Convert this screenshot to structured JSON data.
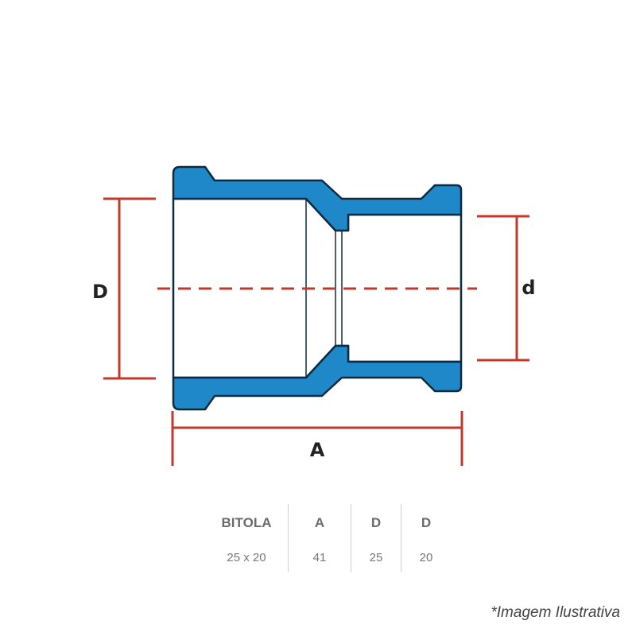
{
  "diagram": {
    "labels": {
      "outer_diameter": "D",
      "inner_diameter": "d",
      "length": "A"
    },
    "colors": {
      "pipe_wall": "#1e88c9",
      "outline": "#0d2b3e",
      "dimension": "#c0392b",
      "background": "#ffffff"
    }
  },
  "table": {
    "headers": [
      "BITOLA",
      "A",
      "D",
      "D"
    ],
    "rows": [
      [
        "25 x 20",
        "41",
        "25",
        "20"
      ]
    ]
  },
  "caption": "*Imagem Ilustrativa"
}
